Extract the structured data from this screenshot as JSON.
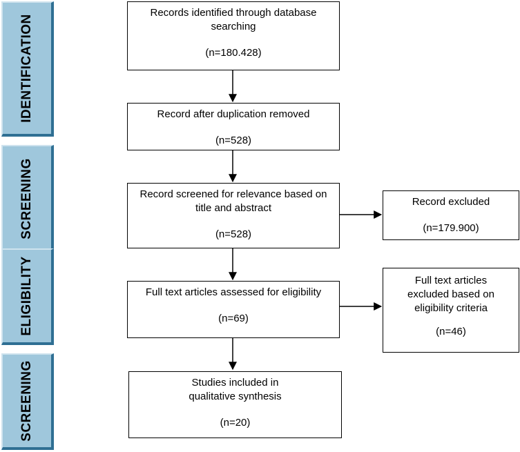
{
  "stages": [
    {
      "label": "IDENTIFICATION"
    },
    {
      "label": "SCREENING"
    },
    {
      "label": "ELIGIBILITY"
    },
    {
      "label": "SCREENING"
    }
  ],
  "boxes": {
    "identified": {
      "text": "Records identified through database searching",
      "count": "(n=180.428)"
    },
    "duplicates_removed": {
      "text": "Record after duplication removed",
      "count": "(n=528)"
    },
    "screened": {
      "text": "Record screened for relevance based on title and abstract",
      "count": "(n=528)"
    },
    "excluded": {
      "text": "Record excluded",
      "count": "(n=179.900)"
    },
    "fulltext_assessed": {
      "text": "Full text articles assessed for eligibility",
      "count": "(n=69)"
    },
    "fulltext_excluded": {
      "text": "Full text articles excluded based on eligibility criteria",
      "count": "(n=46)"
    },
    "included": {
      "text": "Studies included in qualitative synthesis",
      "count": "(n=20)"
    }
  }
}
